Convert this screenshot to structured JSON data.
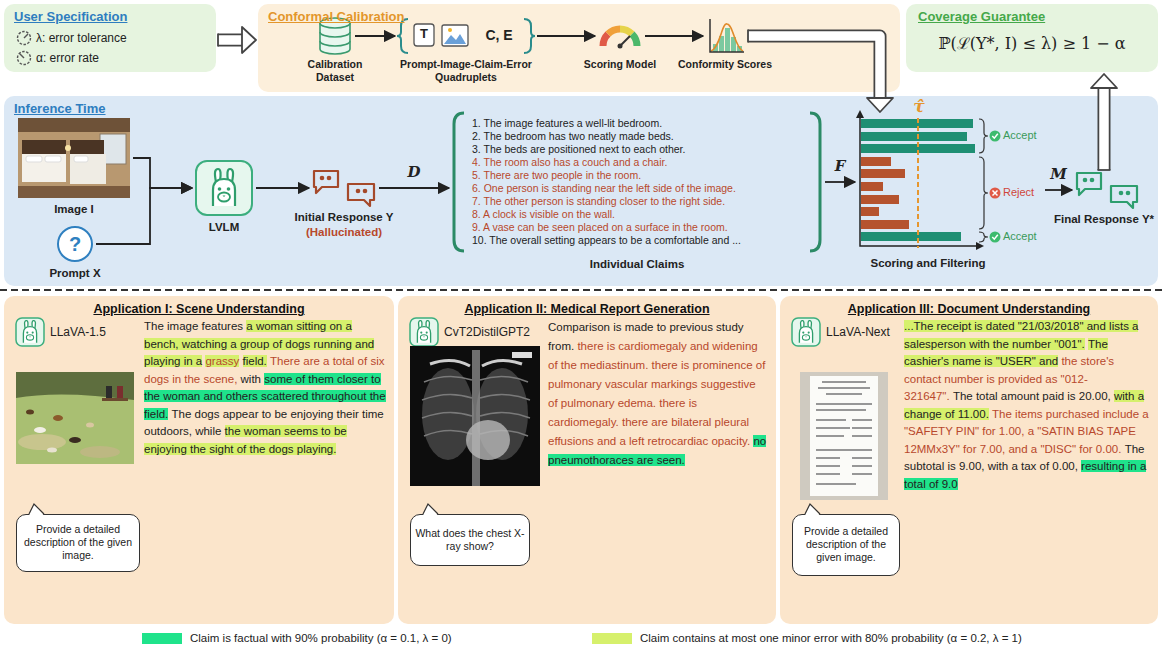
{
  "diagram": {
    "nodes": [
      {
        "text": [
          "User Specification",
          "λ: error tolerance",
          "α: error rate"
        ]
      },
      {
        "text": [
          "Conformal Calibration"
        ]
      },
      {
        "text": [
          "Calibration Dataset"
        ],
        "in": 1
      },
      {
        "text": [
          "T",
          "C, E",
          "Prompt-Image-Claim-Error Quadruplets"
        ],
        "in": 1
      },
      {
        "text": [
          "Scoring Model"
        ],
        "in": 1
      },
      {
        "text": [
          "Conformity Scores"
        ],
        "in": 1
      },
      {
        "text": [
          "Coverage Guarantee",
          "ℙ(ℒ(Y*, I) ≤ λ) ≥ 1 − α"
        ]
      },
      {
        "text": [
          "Inference Time"
        ]
      },
      {
        "text": [
          "Image I"
        ],
        "in": 7
      },
      {
        "text": [
          "?",
          "Prompt X"
        ],
        "in": 7
      },
      {
        "text": [
          "LVLM"
        ],
        "in": 7
      },
      {
        "text": [
          "Initial Response Y",
          "(Hallucinated)"
        ],
        "in": 7
      },
      {
        "text": [
          "1. The image features a well-lit bedroom.",
          "2. The bedroom has two neatly made beds.",
          "3. The beds are positioned next to each other.",
          "4. The room also has a couch and a chair.",
          "5. There are two people in the room.",
          "6. One person is standing near the left side of the image.",
          "7. The other person is standing closer to the right side.",
          "8. A clock is visible on the wall.",
          "9. A vase can be seen placed on a surface in the room.",
          "10. The overall setting appears to be a comfortable and ...",
          "Individual Claims"
        ],
        "in": 7
      },
      {
        "text": [
          "Scoring and Filtering"
        ],
        "in": 7
      },
      {
        "text": [
          "Final Response Y*"
        ],
        "in": 7
      },
      {
        "text": [
          "Application I: Scene Understanding",
          "LLaVA-1.5",
          "The image features",
          "a woman sitting on a bench, watching a group of dogs running and playing in a",
          "grassy",
          "field.",
          "There are a total of six dogs in the scene,",
          "with",
          "some of them closer to the woman and others scattered throughout the field.",
          "The dogs appear to be enjoying their time outdoors, while",
          "the woman seems to be enjoying the sight of the dogs playing."
        ]
      },
      {
        "text": [
          "Provide a detailed description of the given image."
        ],
        "in": 15
      },
      {
        "text": [
          "Application II: Medical Report Generation",
          "CvT2DistilGPT2",
          "Comparison is made to previous study from.",
          "there is cardiomegaly and widening of the mediastinum. there is prominence of pulmonary vascular markings suggestive of pulmonary edema. there is cardiomegaly. there are bilateral pleural effusions and a left retrocardiac opacity.",
          "no pneumothoraces are seen."
        ]
      },
      {
        "text": [
          "What does the chest X-ray show?"
        ],
        "in": 17
      },
      {
        "text": [
          "Application III: Document Understanding",
          "LLaVA-Next",
          "...The receipt is dated \"21/03/2018\" and lists a salesperson with the number \"001\".",
          "The cashier's name is \"USER\" and",
          "the store's contact number is provided as \"012-321647\".",
          "The total amount paid is 20.00,",
          "with a change of 11.00.",
          "The items purchased include a \"SAFETY PIN\" for 1.00, a \"SATIN BIAS TAPE 12MMx3Y\" for 7.00, and a \"DISC\" for 0.00.",
          "The subtotal is 9.00, with a tax of 0.00,",
          "resulting in a total of 9.0"
        ]
      },
      {
        "text": [
          "Provide a detailed description of the given image."
        ],
        "in": 19
      }
    ],
    "edges": [
      {
        "from": 0,
        "to": 1,
        "arrow": "to"
      },
      {
        "from": 2,
        "to": 3,
        "arrow": "to"
      },
      {
        "from": 3,
        "to": 4,
        "arrow": "to"
      },
      {
        "from": 4,
        "to": 5,
        "arrow": "to"
      },
      {
        "from": 5,
        "to": 13,
        "arrow": "to"
      },
      {
        "from": 8,
        "to": 10,
        "arrow": "to"
      },
      {
        "from": 9,
        "to": 10,
        "arrow": "to"
      },
      {
        "from": 10,
        "to": 11,
        "arrow": "to"
      },
      {
        "from": 11,
        "to": 12,
        "label": "D",
        "arrow": "to"
      },
      {
        "from": 12,
        "to": 13,
        "label": "F",
        "arrow": "to"
      },
      {
        "from": 13,
        "to": 14,
        "label": "M",
        "arrow": "to"
      },
      {
        "from": 14,
        "to": 6,
        "arrow": "to"
      }
    ],
    "labels": [
      "τ̂",
      "Accept",
      "Reject",
      "Accept"
    ],
    "legend": [
      {
        "text": "Claim is factual with 90% probability (α = 0.1, λ = 0)",
        "color": "#1fe38b"
      },
      {
        "text": "Claim contains at most one minor error with 80% probability (α = 0.2, λ = 1)",
        "color": "#d6f06c"
      }
    ]
  }
}
